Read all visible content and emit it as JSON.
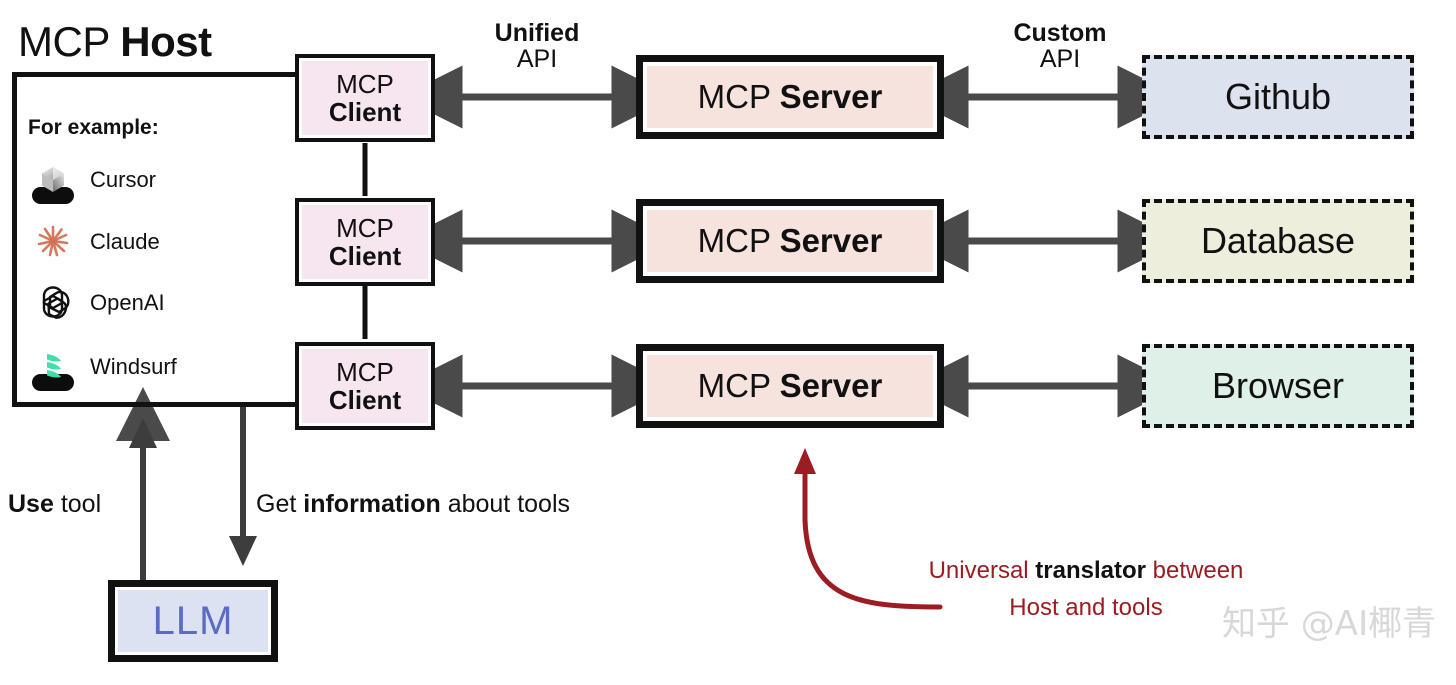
{
  "diagram": {
    "title": {
      "plain": "MCP ",
      "bold": "Host"
    },
    "host": {
      "example_heading": "For example:",
      "examples": [
        {
          "icon": "cursor-icon",
          "label": "Cursor"
        },
        {
          "icon": "claude-icon",
          "label": "Claude"
        },
        {
          "icon": "openai-icon",
          "label": "OpenAI"
        },
        {
          "icon": "windsurf-icon",
          "label": "Windsurf"
        }
      ]
    },
    "clients": [
      {
        "line1": "MCP",
        "line2": "Client"
      },
      {
        "line1": "MCP",
        "line2": "Client"
      },
      {
        "line1": "MCP",
        "line2": "Client"
      }
    ],
    "servers": [
      {
        "plain": "MCP ",
        "bold": "Server"
      },
      {
        "plain": "MCP ",
        "bold": "Server"
      },
      {
        "plain": "MCP ",
        "bold": "Server"
      }
    ],
    "tools": [
      {
        "label": "Github",
        "fill": "#dde2ef"
      },
      {
        "label": "Database",
        "fill": "#eeeedd"
      },
      {
        "label": "Browser",
        "fill": "#dff0e8"
      }
    ],
    "api_labels": {
      "left": {
        "line1": "Unified",
        "line2": "API"
      },
      "right": {
        "line1": "Custom",
        "line2": "API"
      }
    },
    "flows": {
      "use_tool": {
        "bold": "Use",
        "plain": " tool"
      },
      "get_information": {
        "pre": "Get ",
        "bold": "information",
        "post": " about tools"
      }
    },
    "llm": {
      "label": "LLM"
    },
    "note": {
      "pre": "Universal ",
      "bold": "translator",
      "post": " between",
      "line2": "Host and tools"
    },
    "watermark": "知乎 @AI椰青",
    "colors": {
      "client_fill": "#f7e6ef",
      "server_fill": "#f7e3de",
      "llm_fill": "#dde2f2",
      "llm_text": "#5a6cbf",
      "arrow": "#4a4a4a",
      "note_red": "#9b1c22",
      "outline": "#111111"
    }
  }
}
